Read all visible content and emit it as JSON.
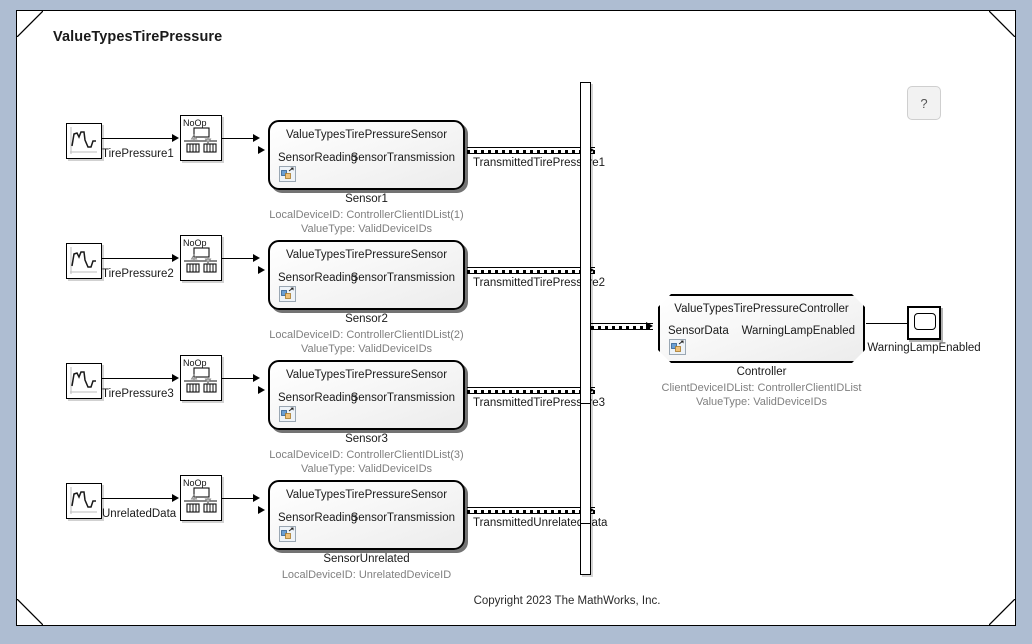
{
  "window": {
    "background_color": "#aebdd2",
    "canvas_color": "#ffffff"
  },
  "model": {
    "title": "ValueTypesTirePressure",
    "copyright": "Copyright 2023 The MathWorks, Inc."
  },
  "help_block": {
    "label": "?",
    "name": "help-block"
  },
  "sources": [
    {
      "id": "src1",
      "icon": "signal-editor-icon",
      "signal_label": "TirePressure1"
    },
    {
      "id": "src2",
      "icon": "signal-editor-icon",
      "signal_label": "TirePressure2"
    },
    {
      "id": "src3",
      "icon": "signal-editor-icon",
      "signal_label": "TirePressure3"
    },
    {
      "id": "src4",
      "icon": "signal-editor-icon",
      "signal_label": "UnrelatedData"
    }
  ],
  "noop_blocks": [
    {
      "id": "noop1",
      "label": "NoOp"
    },
    {
      "id": "noop2",
      "label": "NoOp"
    },
    {
      "id": "noop3",
      "label": "NoOp"
    },
    {
      "id": "noop4",
      "label": "NoOp"
    }
  ],
  "sensors": [
    {
      "id": "sensor1",
      "block_title": "ValueTypesTirePressureSensor",
      "input_port": "SensorReading",
      "output_port": "SensorTransmission",
      "block_name": "Sensor1",
      "annotations": [
        "LocalDeviceID: ControllerClientIDList(1)",
        "ValueType: ValidDeviceIDs"
      ],
      "output_signal_label": "TransmittedTirePressure1",
      "icon": "protected-model-icon"
    },
    {
      "id": "sensor2",
      "block_title": "ValueTypesTirePressureSensor",
      "input_port": "SensorReading",
      "output_port": "SensorTransmission",
      "block_name": "Sensor2",
      "annotations": [
        "LocalDeviceID: ControllerClientIDList(2)",
        "ValueType: ValidDeviceIDs"
      ],
      "output_signal_label": "TransmittedTirePressure2",
      "icon": "protected-model-icon"
    },
    {
      "id": "sensor3",
      "block_title": "ValueTypesTirePressureSensor",
      "input_port": "SensorReading",
      "output_port": "SensorTransmission",
      "block_name": "Sensor3",
      "annotations": [
        "LocalDeviceID: ControllerClientIDList(3)",
        "ValueType: ValidDeviceIDs"
      ],
      "output_signal_label": "TransmittedTirePressure3",
      "icon": "protected-model-icon"
    },
    {
      "id": "sensor4",
      "block_title": "ValueTypesTirePressureSensor",
      "input_port": "SensorReading",
      "output_port": "SensorTransmission",
      "block_name": "SensorUnrelated",
      "annotations": [
        "LocalDeviceID: UnrelatedDeviceID"
      ],
      "output_signal_label": "TransmittedUnrelatedData",
      "icon": "protected-model-icon"
    }
  ],
  "controller": {
    "block_title": "ValueTypesTirePressureController",
    "input_port": "SensorData",
    "output_port": "WarningLampEnabled",
    "block_name": "Controller",
    "annotations": [
      "ClientDeviceIDList: ControllerClientIDList",
      "ValueType: ValidDeviceIDs"
    ],
    "icon": "protected-model-icon"
  },
  "display": {
    "block_name": "WarningLampEnabled",
    "icon": "scope-icon"
  },
  "bus": {
    "name": "bus-creator-bar"
  }
}
